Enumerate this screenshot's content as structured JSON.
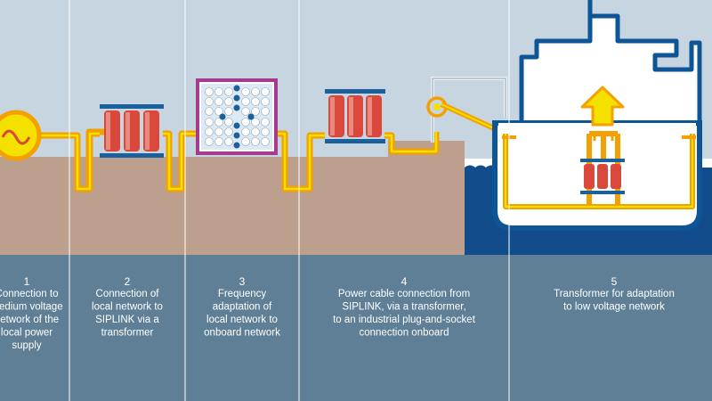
{
  "colors": {
    "sky": "#c7d5e0",
    "ground": "#bc9f8c",
    "bottom_band": "#5e7f95",
    "water": "#124c8b",
    "cable_outer": "#f3a000",
    "cable_inner": "#f5e100",
    "ship_outline": "#0d5596",
    "ship_fill": "#ffffff",
    "coil": "#d9483a",
    "arrow": "#f5e100",
    "converter_frame": "#a53a8e",
    "divider": "#ffffff"
  },
  "icons": [
    "generator-icon",
    "transformer-icon",
    "frequency-converter-icon",
    "transformer-icon",
    "cable-reel-icon",
    "ship-icon",
    "up-arrow-icon",
    "transformer-icon"
  ],
  "steps": [
    {
      "number": "1",
      "lines": [
        "Connection to",
        "medium voltage",
        "network of the",
        "local power",
        "supply"
      ]
    },
    {
      "number": "2",
      "lines": [
        "Connection of",
        "local network to",
        "SIPLINK via a",
        "transformer"
      ]
    },
    {
      "number": "3",
      "lines": [
        "Frequency",
        "adaptation of",
        "local network to",
        "onboard network"
      ]
    },
    {
      "number": "4",
      "lines": [
        "Power cable connection from",
        "SIPLINK, via a transformer,",
        "to an industrial plug-and-socket",
        "connection onboard"
      ]
    },
    {
      "number": "5",
      "lines": [
        "Transformer for adaptation",
        "to low voltage network"
      ]
    }
  ]
}
